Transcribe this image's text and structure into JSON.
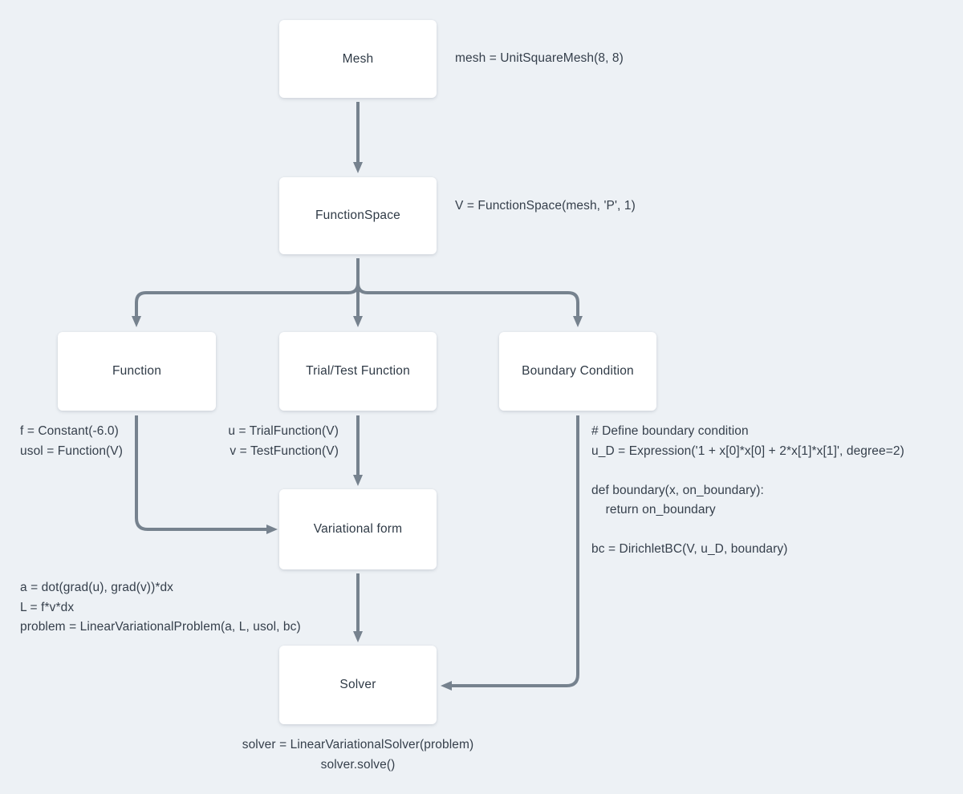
{
  "theme": {
    "background": "#edf1f5",
    "box_background": "#ffffff",
    "text_color": "#353f4b",
    "arrow_color": "#76828e"
  },
  "diagram": {
    "description": "FEniCS finite-element solver workflow flowchart",
    "nodes": {
      "mesh": {
        "label": "Mesh",
        "code": "mesh = UnitSquareMesh(8, 8)"
      },
      "function_space": {
        "label": "FunctionSpace",
        "code": "V = FunctionSpace(mesh, 'P', 1)"
      },
      "function": {
        "label": "Function",
        "code": "f = Constant(-6.0)\nusol = Function(V)"
      },
      "trial_test": {
        "label": "Trial/Test Function",
        "code": "u = TrialFunction(V)\nv = TestFunction(V)"
      },
      "boundary": {
        "label": "Boundary Condition",
        "code": "# Define boundary condition\nu_D = Expression('1 + x[0]*x[0] + 2*x[1]*x[1]', degree=2)\n\ndef boundary(x, on_boundary):\n    return on_boundary\n\nbc = DirichletBC(V, u_D, boundary)"
      },
      "variational": {
        "label": "Variational form",
        "code": "a = dot(grad(u), grad(v))*dx\nL = f*v*dx\nproblem = LinearVariationalProblem(a, L, usol, bc)"
      },
      "solver": {
        "label": "Solver",
        "code": "solver = LinearVariationalSolver(problem)\nsolver.solve()"
      }
    },
    "edges": [
      "mesh -> function_space",
      "function_space -> function",
      "function_space -> trial_test",
      "function_space -> boundary",
      "function -> variational",
      "trial_test -> variational",
      "variational -> solver",
      "boundary -> solver"
    ]
  }
}
